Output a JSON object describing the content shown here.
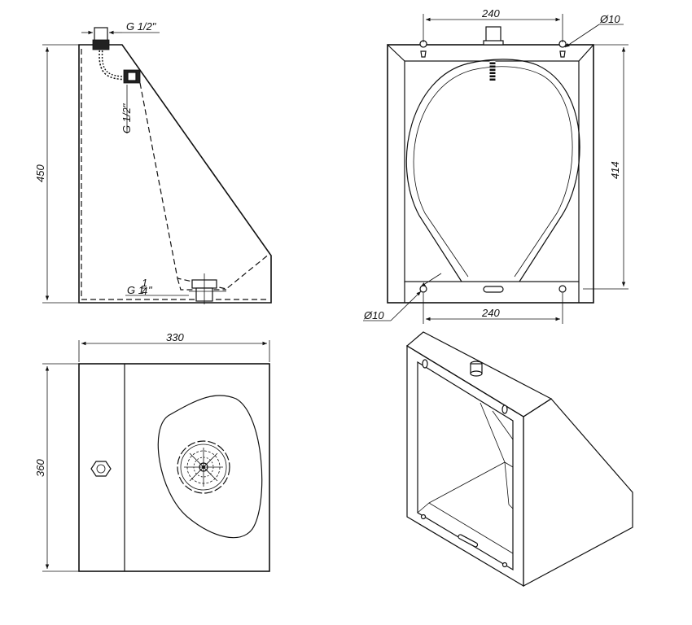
{
  "side_view": {
    "thread_top": "G 1/2\"",
    "thread_mid": "G 1/2\"",
    "thread_bottom_main": "G 1",
    "thread_bottom_num": "1",
    "thread_bottom_den": "4",
    "thread_bottom_tail": "\"",
    "height": "450"
  },
  "front_view": {
    "width_top": "240",
    "width_bottom": "240",
    "height": "414",
    "hole_top": "Ø10",
    "hole_bottom": "Ø10"
  },
  "top_view": {
    "width": "330",
    "depth": "360"
  }
}
